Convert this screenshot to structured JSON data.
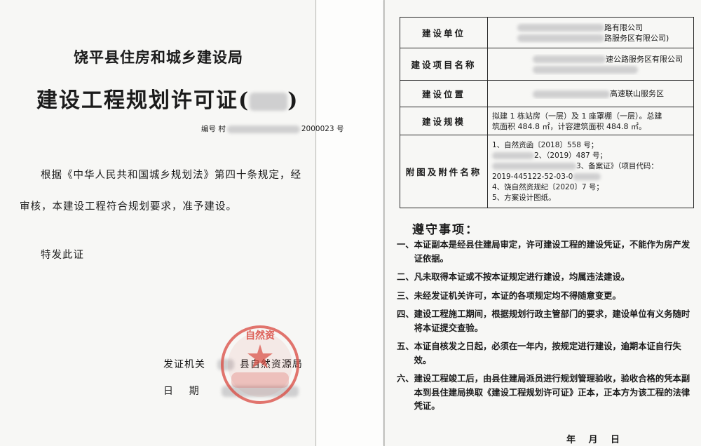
{
  "left": {
    "agency": "饶平县住房和城乡建设局",
    "title": "建设工程规划许可证",
    "title_paren_open": "(",
    "title_paren_close": ")",
    "number_prefix": "编号 村",
    "number_suffix": "2000023 号",
    "paragraph_line1": "根据《中华人民共和国城乡规划法》第四十条规定，经",
    "paragraph_line2": "审核，本建设工程符合规划要求，准予建设。",
    "special_issue": "特发此证",
    "issuer_label": "发证机关",
    "issuer_value": "县自然资源局",
    "date_label": "日    期",
    "stamp_text": "自然资"
  },
  "right": {
    "table": [
      {
        "label": "建设单位",
        "lines": [
          "路有限公司",
          "路服务区有限公司)"
        ]
      },
      {
        "label": "建设项目名称",
        "lines": [
          "速公路服务区有限公司",
          ""
        ]
      },
      {
        "label": "建设位置",
        "lines": [
          "高速联山服务区"
        ]
      },
      {
        "label": "建设规模",
        "lines": [
          "拟建 1 栋站房（一层）及 1 座罩棚（一层）。总建",
          "筑面积 484.8 ㎡，计容建筑面积 484.8 ㎡。"
        ]
      }
    ],
    "attachments_label": "附图及附件名称",
    "attachments": [
      "1、自然资函〔2018〕558 号；",
      "2、（2019）487 号；",
      "3、备案证》（项目代码：",
      "2019-445122-52-03-0",
      "4、饶自然资规纪〔2020〕7 号；",
      "5、方案设计图纸。"
    ],
    "notice_title": "遵守事项：",
    "notices": [
      {
        "num": "一、",
        "text": "本证副本是经县住建局审定，许可建设工程的建设凭证，不能作为房产发证依据。"
      },
      {
        "num": "二、",
        "text": "凡未取得本证或不按本证规定进行建设，均属违法建设。"
      },
      {
        "num": "三、",
        "text": "未经发证机关许可，本证的各项规定均不得随意变更。"
      },
      {
        "num": "四、",
        "text": "建设工程施工期间，根据规划行政主管部门的要求，建设单位有义务随时将本证提交查验。"
      },
      {
        "num": "五、",
        "text": "本证自核发之日起，必须在一年内，按规定进行建设，逾期本证自行失效。"
      },
      {
        "num": "六、",
        "text": "建设工程竣工后，由县住建局派员进行规划管理验收，验收合格的凭本副本到县住建局换取《建设工程规划许可证》正本，正本方为该工程的法律凭证。"
      }
    ],
    "date_footer": "年 月 日"
  },
  "colors": {
    "stamp": "#d9483f",
    "paper": "#f7f7f5",
    "ink": "#1b1b1b"
  }
}
